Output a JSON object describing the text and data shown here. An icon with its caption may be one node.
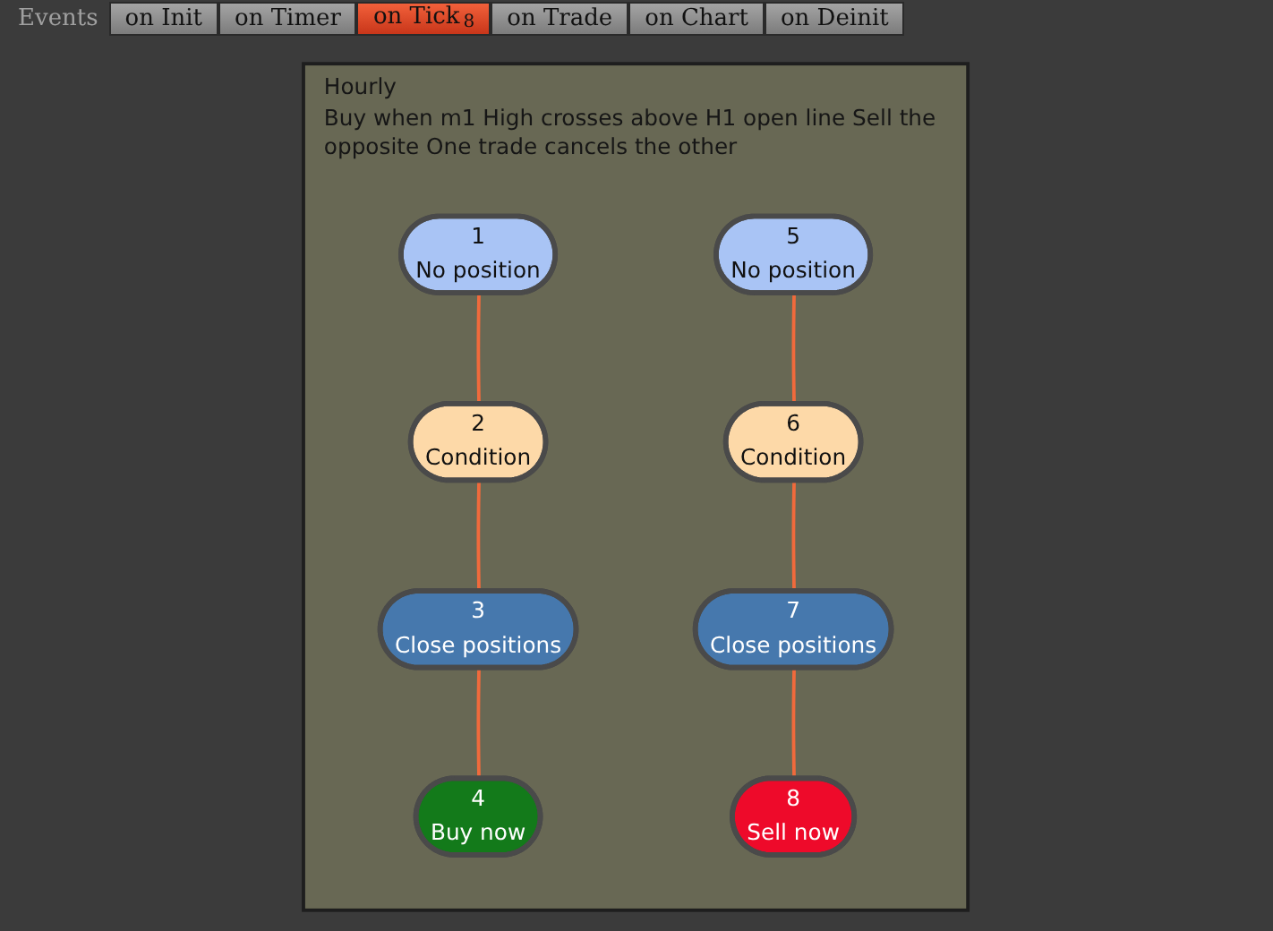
{
  "diagram": {
    "nodes": [
      {
        "text": [
          "Hourly",
          "Buy when m1 High crosses above H1 open line Sell the opposite One trade cancels the other"
        ]
      },
      {
        "text": [
          "1",
          "No position"
        ],
        "in": 0
      },
      {
        "text": [
          "2",
          "Condition"
        ],
        "in": 0
      },
      {
        "text": [
          "3",
          "Close positions"
        ],
        "in": 0
      },
      {
        "text": [
          "4",
          "Buy now"
        ],
        "in": 0
      },
      {
        "text": [
          "5",
          "No position"
        ],
        "in": 0
      },
      {
        "text": [
          "6",
          "Condition"
        ],
        "in": 0
      },
      {
        "text": [
          "7",
          "Close positions"
        ],
        "in": 0
      },
      {
        "text": [
          "8",
          "Sell now"
        ],
        "in": 0
      }
    ],
    "edges": [
      {
        "from": 1,
        "to": 2,
        "arrow": "none"
      },
      {
        "from": 2,
        "to": 3,
        "arrow": "none"
      },
      {
        "from": 3,
        "to": 4,
        "arrow": "none"
      },
      {
        "from": 5,
        "to": 6,
        "arrow": "none"
      },
      {
        "from": 6,
        "to": 7,
        "arrow": "none"
      },
      {
        "from": 7,
        "to": 8,
        "arrow": "none"
      }
    ],
    "labels": [
      "Events",
      "on Init",
      "on Timer",
      "on Tick",
      "8",
      "on Trade",
      "on Chart",
      "on Deinit"
    ]
  }
}
